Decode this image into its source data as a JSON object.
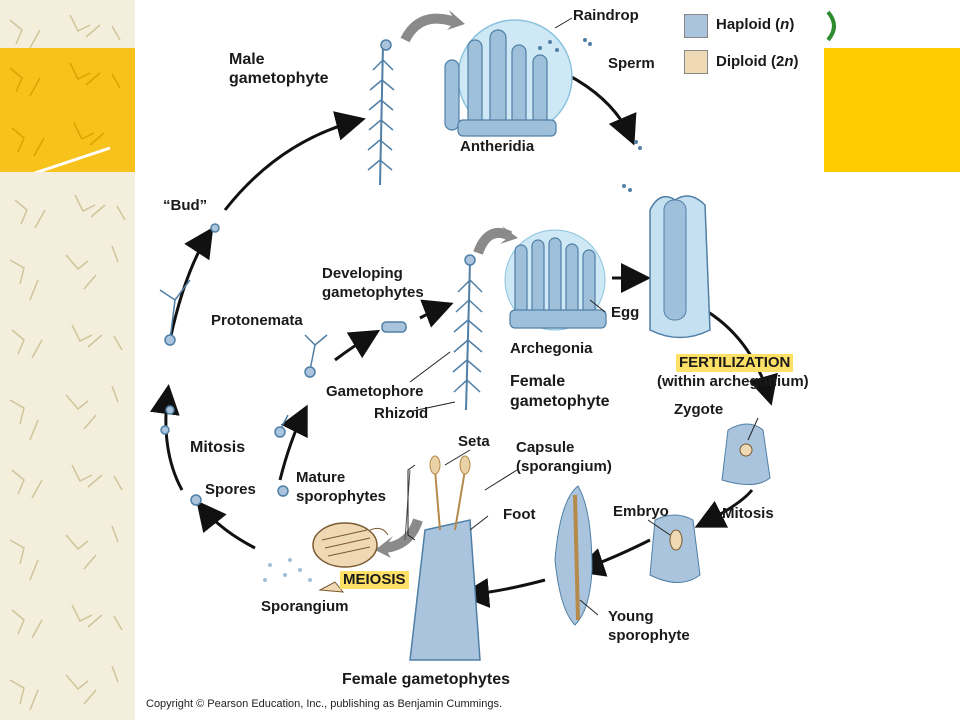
{
  "legend": {
    "haploid": {
      "label_prefix": "Haploid (",
      "n": "n",
      "label_suffix": ")",
      "color": "#a9c4dc"
    },
    "diploid": {
      "label_prefix": "Diploid (2",
      "n": "n",
      "label_suffix": ")",
      "color": "#efd9b4"
    }
  },
  "labels": {
    "raindrop": "Raindrop",
    "sperm": "Sperm",
    "male_gametophyte_1": "Male",
    "male_gametophyte_2": "gametophyte",
    "antheridia": "Antheridia",
    "bud": "“Bud”",
    "developing_1": "Developing",
    "developing_2": "gametophytes",
    "protonemata": "Protonemata",
    "egg": "Egg",
    "archegonia": "Archegonia",
    "fertilization": "FERTILIZATION",
    "within_archegonium": "(within archegonium)",
    "female_gametophyte_1": "Female",
    "female_gametophyte_2": "gametophyte",
    "gametophore": "Gametophore",
    "rhizoid": "Rhizoid",
    "zygote": "Zygote",
    "mitosis_left": "Mitosis",
    "mitosis_right": "Mitosis",
    "seta": "Seta",
    "capsule_1": "Capsule",
    "capsule_2": "(sporangium)",
    "mature_1": "Mature",
    "mature_2": "sporophytes",
    "spores": "Spores",
    "foot": "Foot",
    "embryo": "Embryo",
    "meiosis": "MEIOSIS",
    "sporangium": "Sporangium",
    "young_1": "Young",
    "young_2": "sporophyte",
    "female_gametophytes": "Female gametophytes"
  },
  "copyright": "Copyright © Pearson Education, Inc., publishing as Benjamin Cummings.",
  "colors": {
    "yellow_band": "#ffcc00",
    "highlight": "#ffe066",
    "haploid_fill": "#a9c4dc",
    "haploid_dark": "#5b89b0",
    "diploid_fill": "#e9d2a8",
    "arrow": "#111111",
    "gray_arrow": "#8a8a8a"
  }
}
